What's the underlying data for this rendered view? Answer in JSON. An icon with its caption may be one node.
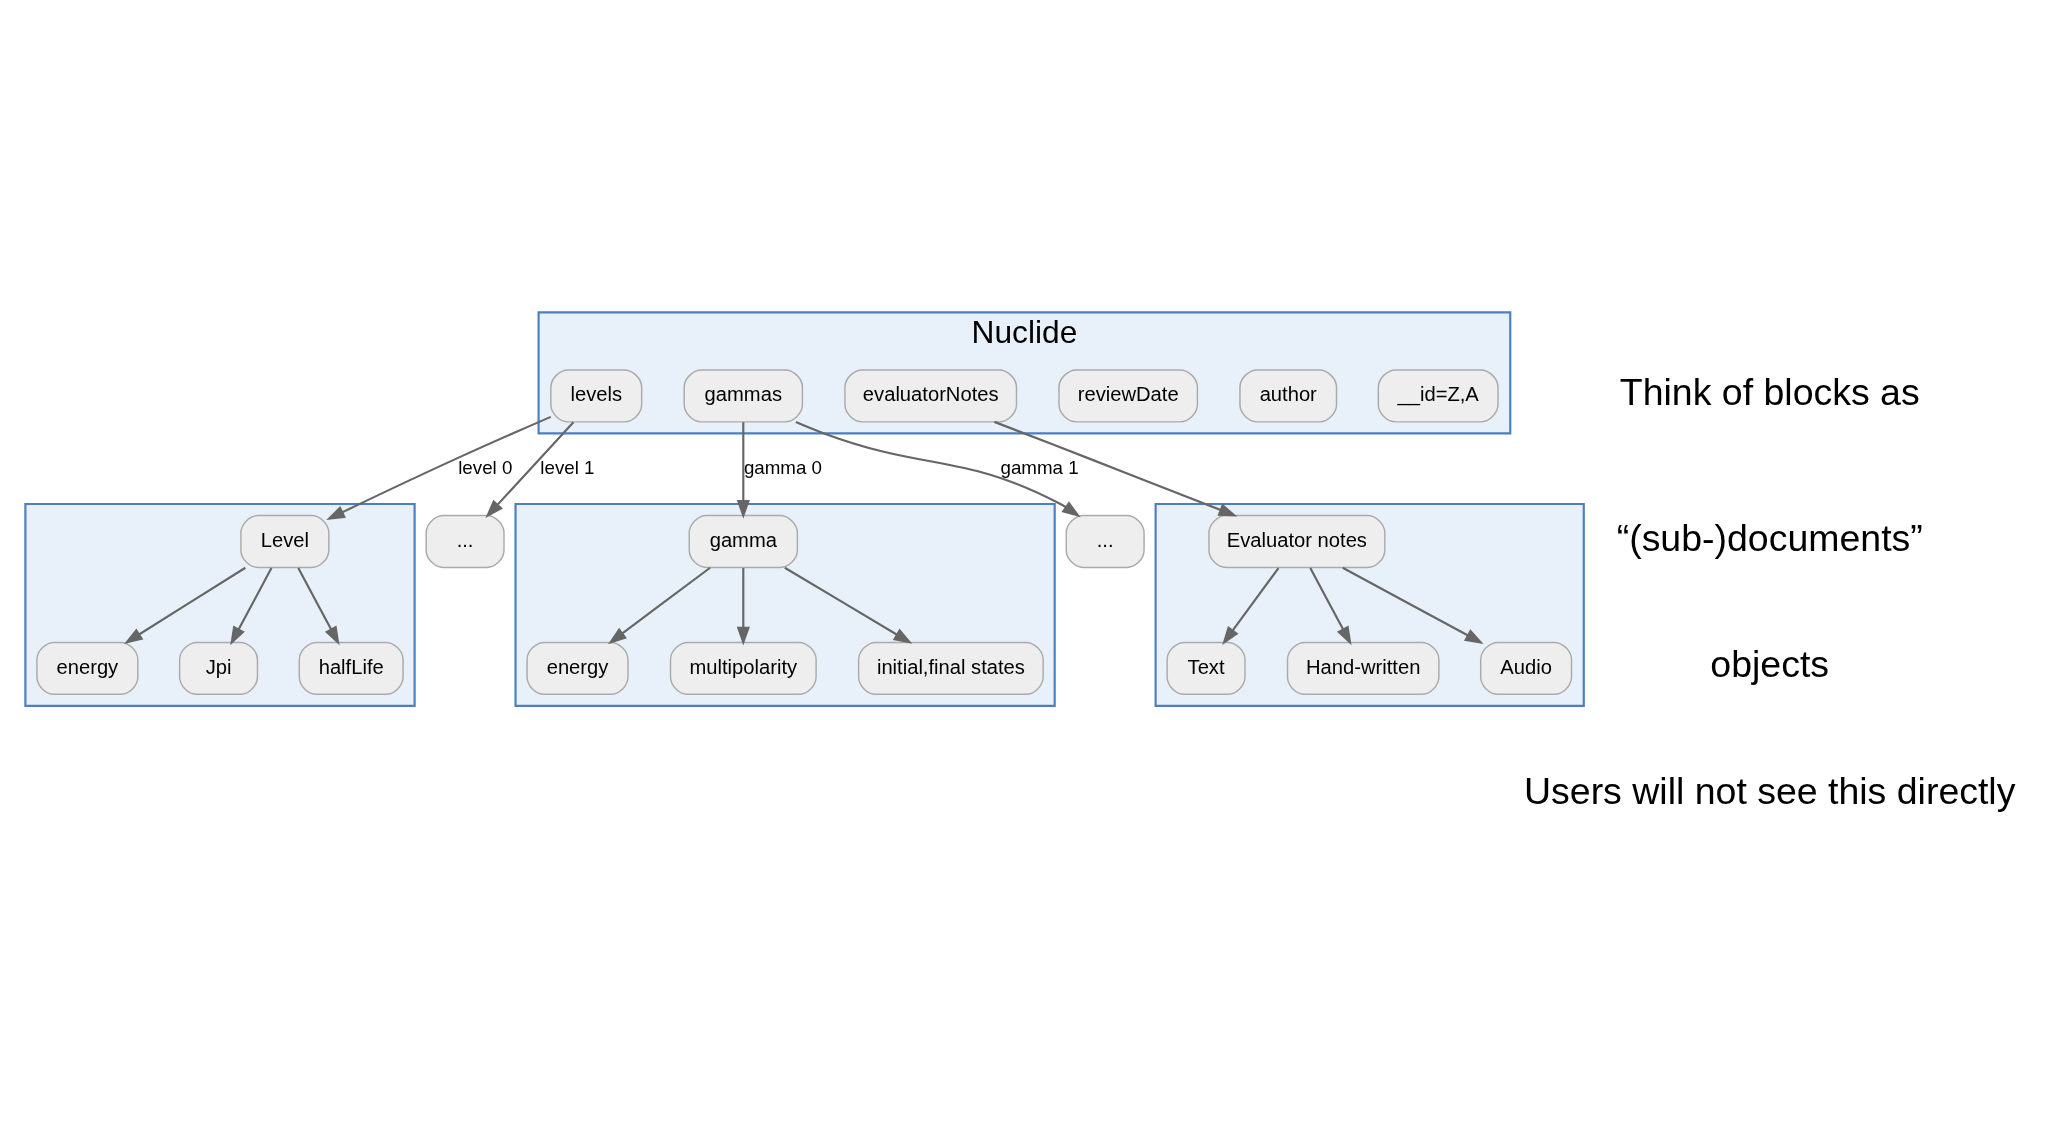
{
  "diagram": {
    "nodes": [
      {
        "text": [
          "Nuclide"
        ]
      },
      {
        "text": [
          "__id=Z,A"
        ],
        "in": 0
      },
      {
        "text": [
          "author"
        ],
        "in": 0
      },
      {
        "text": [
          "reviewDate"
        ],
        "in": 0
      },
      {
        "text": [
          "levels"
        ],
        "in": 0
      },
      {
        "text": [
          "gammas"
        ],
        "in": 0
      },
      {
        "text": [
          "evaluatorNotes"
        ],
        "in": 0
      },
      {
        "text": [],
        "shape": "box"
      },
      {
        "text": [
          "Level"
        ],
        "in": 7
      },
      {
        "text": [
          "energy"
        ],
        "in": 7
      },
      {
        "text": [
          "Jpi"
        ],
        "in": 7
      },
      {
        "text": [
          "halfLife"
        ],
        "in": 7
      },
      {
        "text": [
          "..."
        ]
      },
      {
        "text": [],
        "shape": "box"
      },
      {
        "text": [
          "gamma"
        ],
        "in": 13
      },
      {
        "text": [
          "energy"
        ],
        "in": 13
      },
      {
        "text": [
          "multipolarity"
        ],
        "in": 13
      },
      {
        "text": [
          "initial,final states"
        ],
        "in": 13
      },
      {
        "text": [
          "..."
        ]
      },
      {
        "text": [],
        "shape": "box"
      },
      {
        "text": [
          "Evaluator notes"
        ],
        "in": 19
      },
      {
        "text": [
          "Text"
        ],
        "in": 19
      },
      {
        "text": [
          "Hand-written"
        ],
        "in": 19
      },
      {
        "text": [
          "Audio"
        ],
        "in": 19
      }
    ],
    "edges": [
      {
        "from": 4,
        "to": 8,
        "arrow": "to",
        "label": "level 0"
      },
      {
        "from": 4,
        "to": 12,
        "arrow": "to",
        "label": "level 1"
      },
      {
        "from": 8,
        "to": 9,
        "arrow": "to"
      },
      {
        "from": 8,
        "to": 10,
        "arrow": "to"
      },
      {
        "from": 8,
        "to": 11,
        "arrow": "to"
      },
      {
        "from": 5,
        "to": 14,
        "arrow": "to",
        "label": "gamma 0"
      },
      {
        "from": 5,
        "to": 18,
        "arrow": "to",
        "label": "gamma 1"
      },
      {
        "from": 14,
        "to": 15,
        "arrow": "to"
      },
      {
        "from": 14,
        "to": 16,
        "arrow": "to"
      },
      {
        "from": 14,
        "to": 17,
        "arrow": "to"
      },
      {
        "from": 6,
        "to": 20,
        "arrow": "to"
      },
      {
        "from": 20,
        "to": 21,
        "arrow": "to"
      },
      {
        "from": 20,
        "to": 22,
        "arrow": "to"
      },
      {
        "from": 20,
        "to": 23,
        "arrow": "to"
      }
    ],
    "labels": [
      "Think of blocks as",
      "“(sub-)documents”",
      "objects",
      "Users will not see this directly"
    ]
  }
}
